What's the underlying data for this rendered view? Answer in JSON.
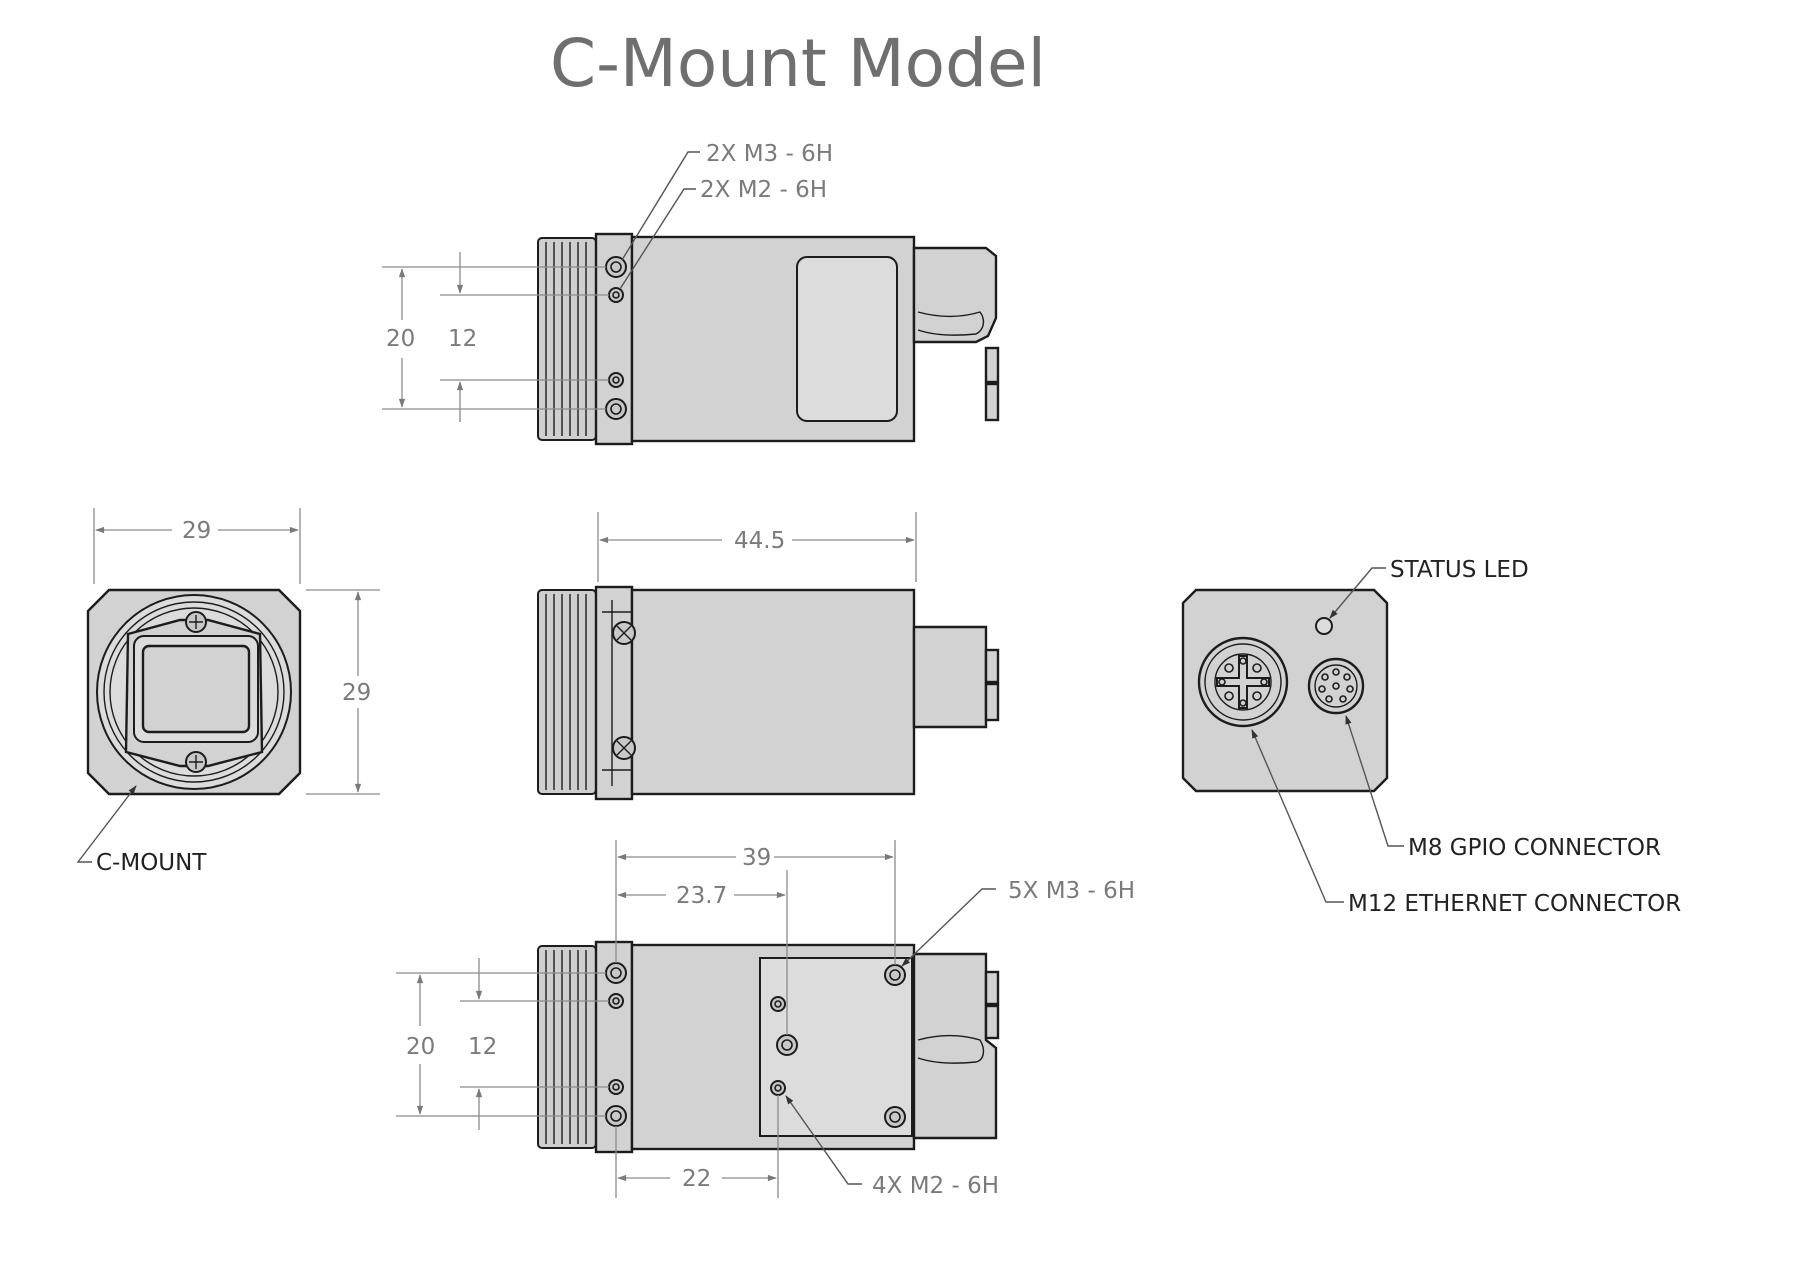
{
  "title": "C-Mount Model",
  "colors": {
    "body": "#d2d2d2",
    "outline": "#1c1c1c",
    "dimension": "#7a7a7a",
    "label": "#222222"
  },
  "top_view": {
    "callout_m3": "2X M3 - 6H",
    "callout_m2": "2X M2 - 6H",
    "dim_outer": "20",
    "dim_inner": "12"
  },
  "front_view": {
    "dim_width": "29",
    "dim_height": "29",
    "label_mount": "C-MOUNT"
  },
  "side_view": {
    "dim_length": "44.5"
  },
  "rear_view": {
    "label_led": "STATUS LED",
    "label_gpio": "M8 GPIO CONNECTOR",
    "label_ethernet": "M12 ETHERNET CONNECTOR"
  },
  "bottom_view": {
    "dim_39": "39",
    "dim_23_7": "23.7",
    "dim_22": "22",
    "dim_outer": "20",
    "dim_inner": "12",
    "callout_m3": "5X M3 - 6H",
    "callout_m2": "4X M2 - 6H"
  }
}
